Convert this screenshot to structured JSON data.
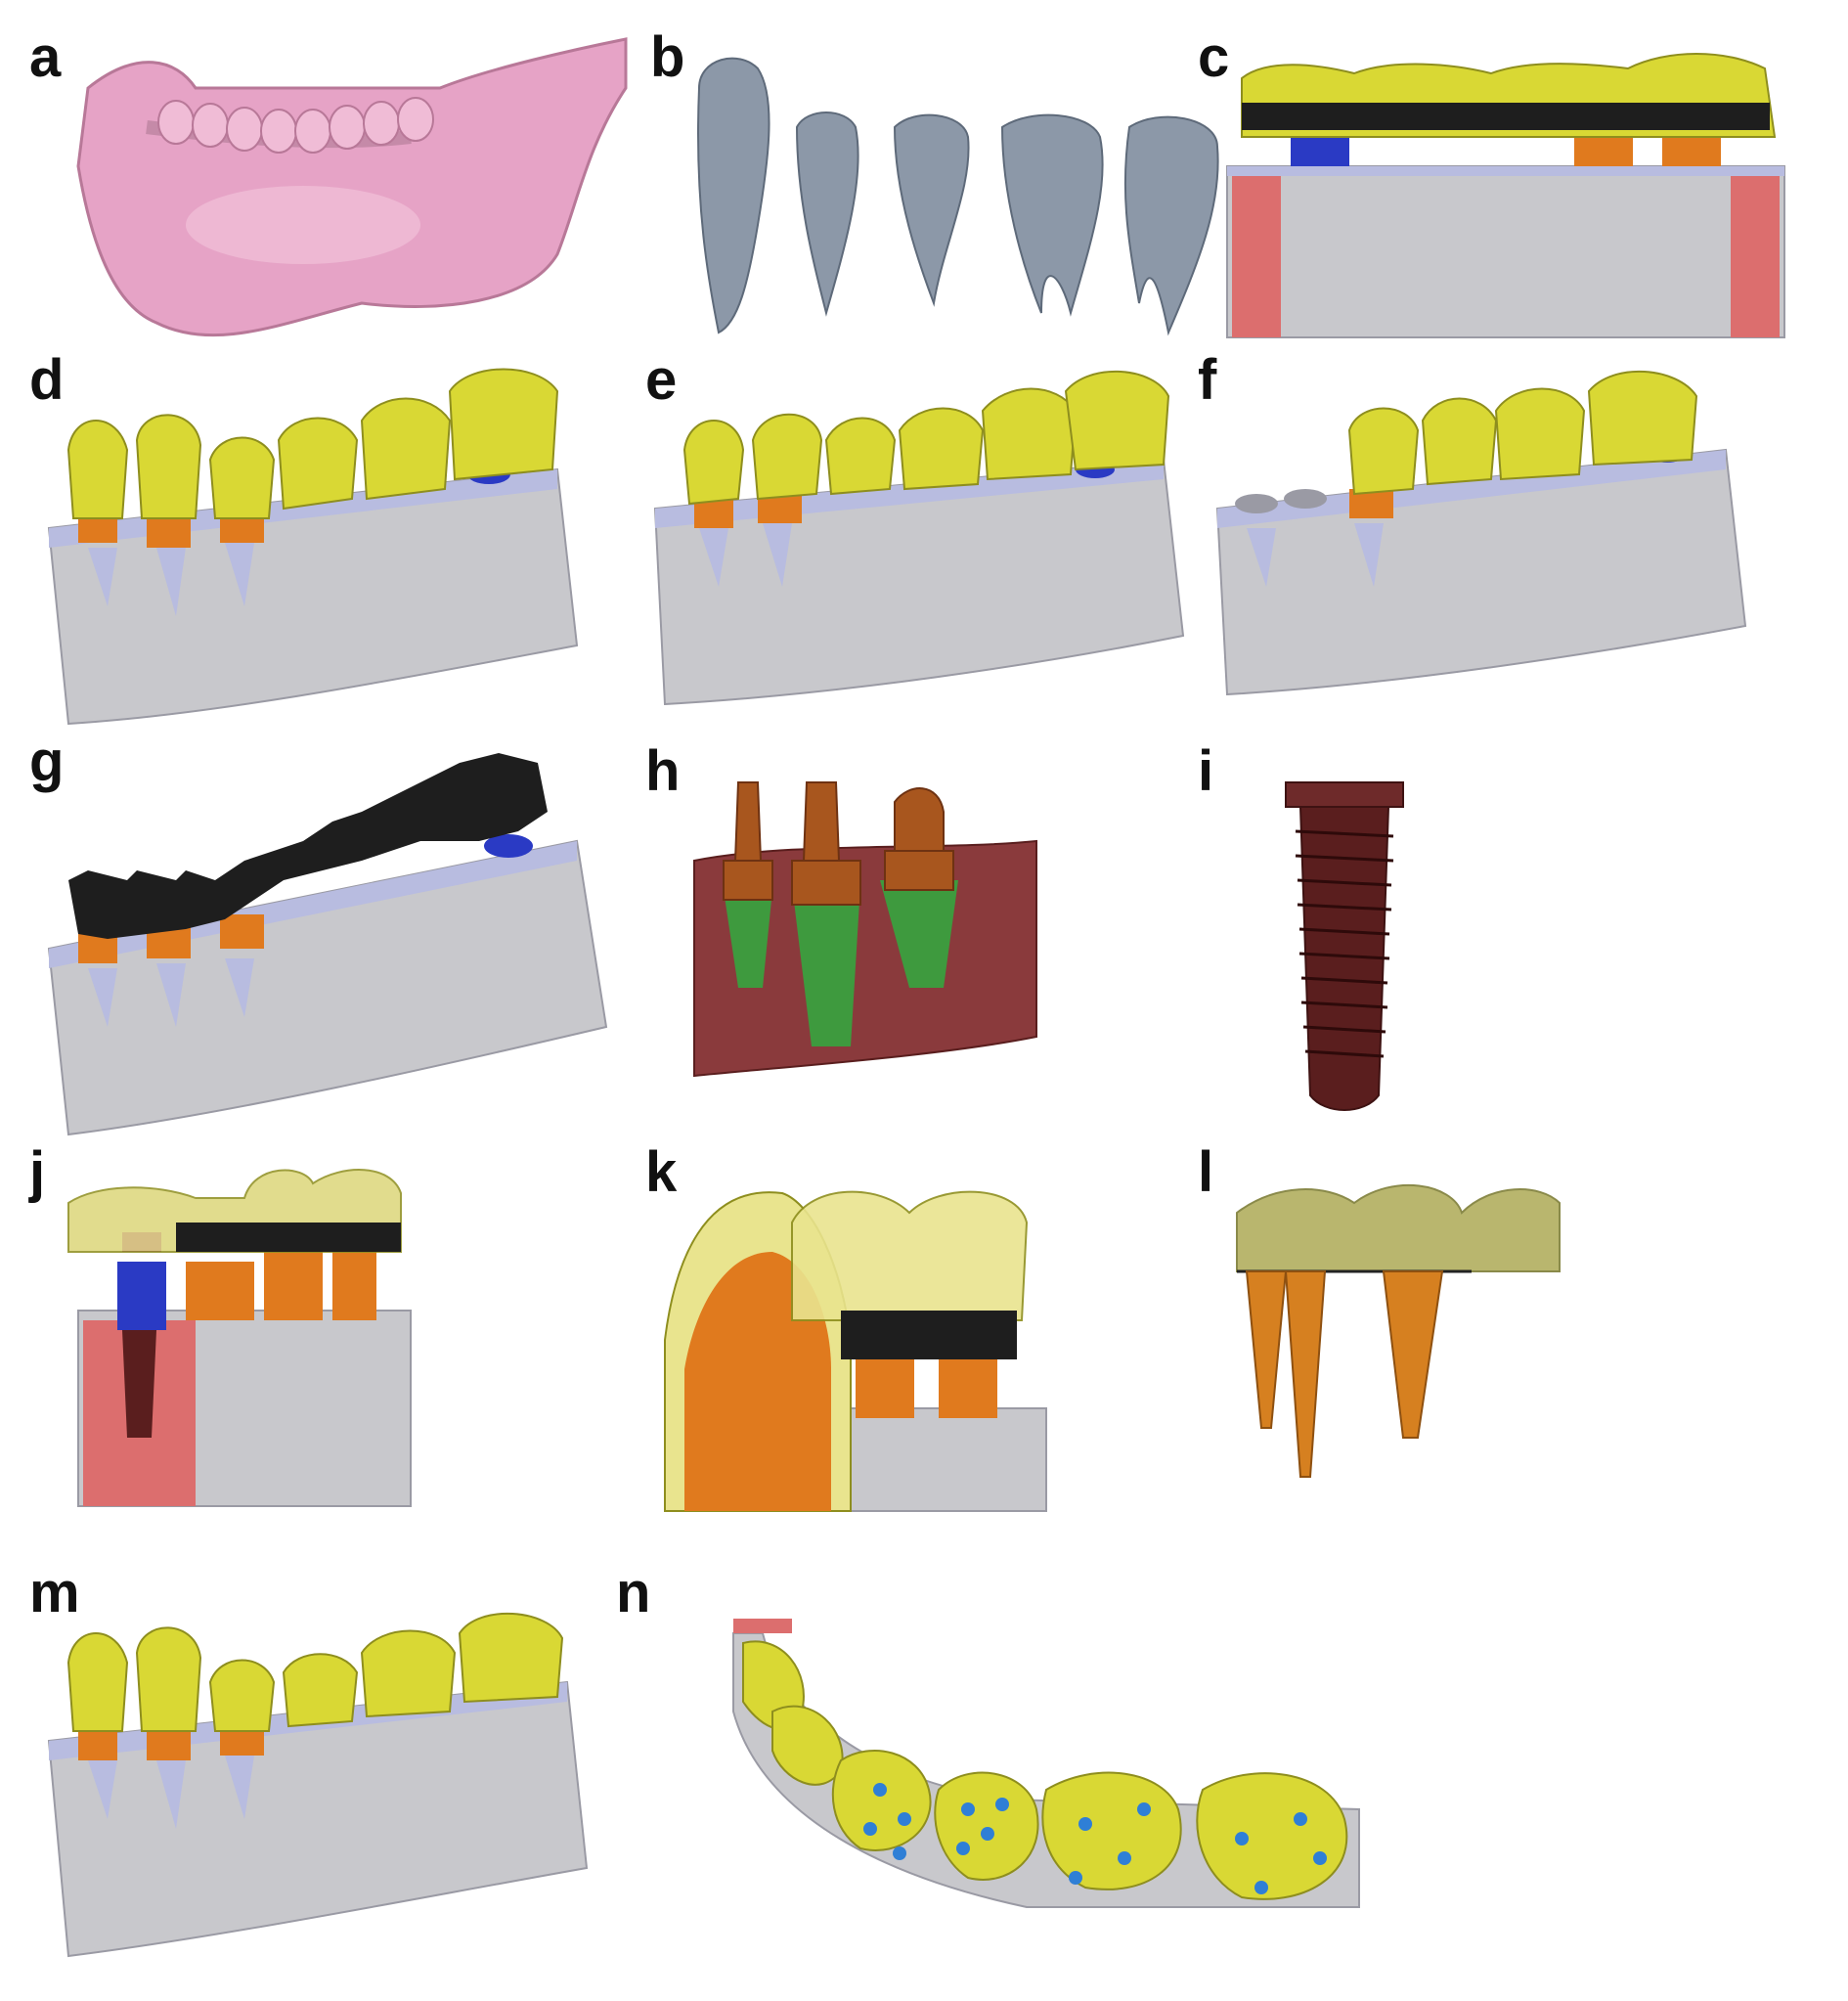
{
  "panels": [
    {
      "letter": "a"
    },
    {
      "letter": "b"
    },
    {
      "letter": "c"
    },
    {
      "letter": "d"
    },
    {
      "letter": "e"
    },
    {
      "letter": "f"
    },
    {
      "letter": "g"
    },
    {
      "letter": "h"
    },
    {
      "letter": "i"
    },
    {
      "letter": "j"
    },
    {
      "letter": "k"
    },
    {
      "letter": "l"
    },
    {
      "letter": "m"
    },
    {
      "letter": "n"
    }
  ],
  "colors": {
    "mandible": "#e6a3c6",
    "tooth_gray": "#8c98a8",
    "crown_yellow": "#d9d834",
    "framework_black": "#1e1e1e",
    "abutment_orange": "#e07a1e",
    "implant_blue": "#2a3ac4",
    "block_gray": "#c8c8cc",
    "block_lavender": "#b8bce0",
    "bone_red": "#dc6e6e",
    "bone_dark_red": "#8a3a3c",
    "ligament_green": "#3e9a3e",
    "implant_brown": "#5a1e1e",
    "sensor_blue": "#2f7fd6"
  }
}
